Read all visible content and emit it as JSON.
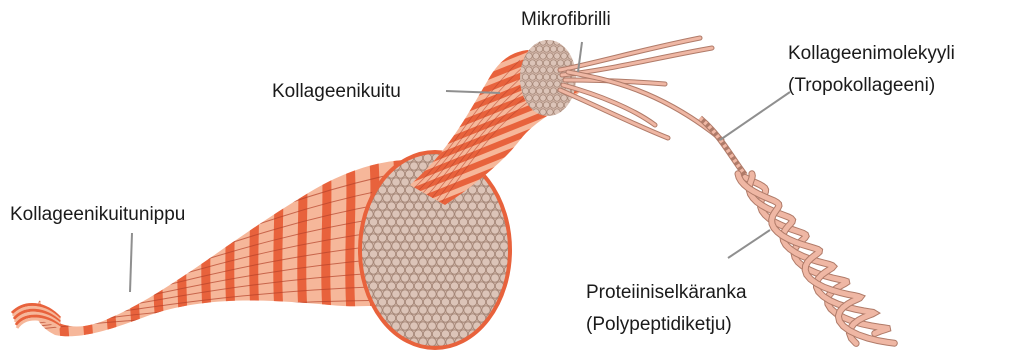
{
  "labels": {
    "microfibril": "Mikrofibrilli",
    "collagen_fiber": "Kollageenikuitu",
    "collagen_molecule": {
      "line1": "Kollageenimolekyyli",
      "line2": "(Tropokollageeni)"
    },
    "fiber_bundle": "Kollageenikuitunippu",
    "protein_backbone": {
      "line1": "Proteiiniselkäranka",
      "line2": "(Polypeptidiketju)"
    }
  },
  "colors": {
    "muscle_red": "#e8623c",
    "band_light": "#f6b79a",
    "fibril_tan": "#d2b6a8",
    "fibril_edge": "#a08273",
    "strand_pink": "#efb7a4",
    "strand_edge": "#b07b69",
    "leader_line": "#8f8f8f"
  }
}
